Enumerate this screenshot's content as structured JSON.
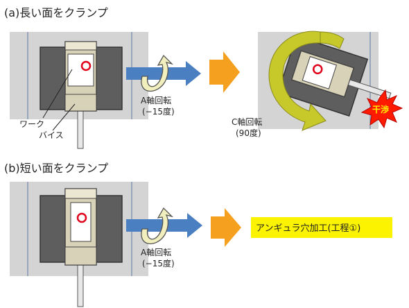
{
  "sections": {
    "a": {
      "heading": "(a)長い面をクランプ"
    },
    "b": {
      "heading": "(b)短い面をクランプ"
    }
  },
  "labels": {
    "work": "ワーク",
    "vise": "バイス",
    "a_axis_line1": "A軸回転",
    "a_axis_line2": "(−15度)",
    "c_axis_line1": "C軸回転",
    "c_axis_line2": "(90度)",
    "interference": "干渉",
    "b_a_axis_line1": "A軸回転",
    "b_a_axis_line2": "(−15度)",
    "result": "アンギュラ穴加工(工程①)"
  },
  "colors": {
    "panel": "#d4d4d4",
    "dark_block": "#5e5e5e",
    "jaw": "#d8d2b8",
    "blue_arrow": "#4a7fc1",
    "orange_arrow": "#f5a01f",
    "yellow_arrow": "#c7c92a",
    "curved_arrow": "#f1efbd",
    "hole": "#e0001b",
    "highlight": "#fbf300",
    "burst": "#ff1a00"
  }
}
